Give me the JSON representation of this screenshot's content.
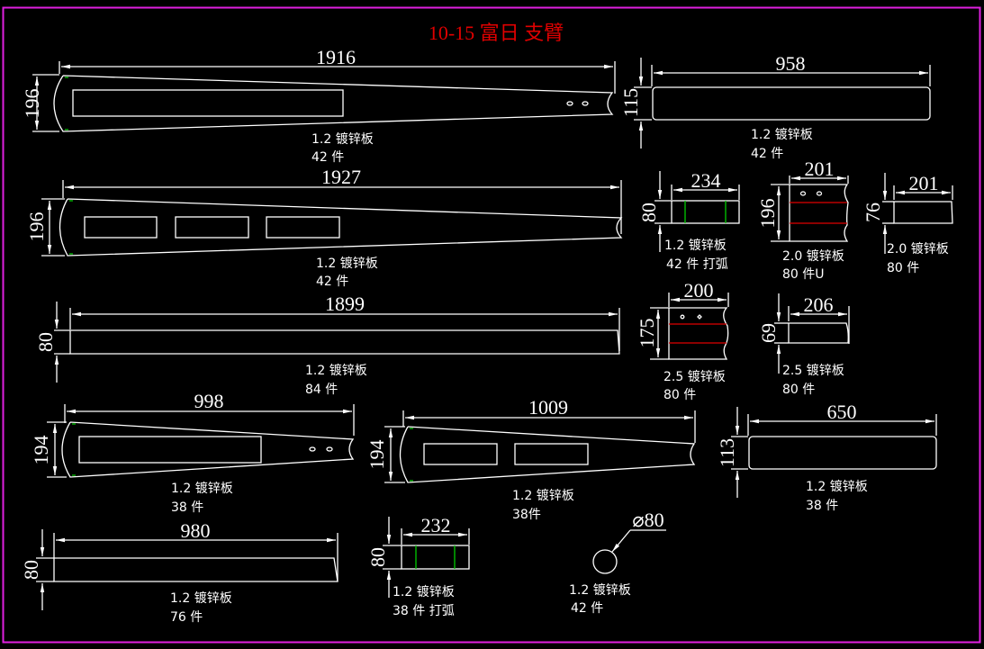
{
  "title": "10-15 富日 支臂",
  "colors": {
    "background": "#000000",
    "frame": "#e020e0",
    "line": "#ffffff",
    "title": "#e00000",
    "bend_line_red": "#e00000",
    "bend_line_green": "#00cc00"
  },
  "parts": [
    {
      "id": "p1",
      "shape": "tapered-arm-one-window",
      "length": "1916",
      "height": "196",
      "material": "1.2 镀锌板",
      "qty": "42 件"
    },
    {
      "id": "p2",
      "shape": "rect-rounded",
      "length": "958",
      "height": "115",
      "material": "1.2 镀锌板",
      "qty": "42 件"
    },
    {
      "id": "p3",
      "shape": "tapered-arm-three-windows",
      "length": "1927",
      "height": "196",
      "material": "1.2 镀锌板",
      "qty": "42 件"
    },
    {
      "id": "p4",
      "shape": "rect-green-bends",
      "length": "234",
      "height": "80",
      "material": "1.2 镀锌板",
      "qty": "42 件 打弧"
    },
    {
      "id": "p5",
      "shape": "u-channel-red-bends",
      "length": "201",
      "height": "196",
      "material": "2.0 镀锌板",
      "qty": "80 件U"
    },
    {
      "id": "p6",
      "shape": "rect-small",
      "length": "201",
      "height": "76",
      "material": "2.0 镀锌板",
      "qty": "80 件"
    },
    {
      "id": "p7",
      "shape": "rect-strip",
      "length": "1899",
      "height": "80",
      "material": "1.2 镀锌板",
      "qty": "84 件"
    },
    {
      "id": "p8",
      "shape": "u-channel-red-bends",
      "length": "200",
      "height": "175",
      "material": "2.5 镀锌板",
      "qty": "80 件"
    },
    {
      "id": "p9",
      "shape": "rect-small",
      "length": "206",
      "height": "69",
      "material": "2.5 镀锌板",
      "qty": "80 件"
    },
    {
      "id": "p10",
      "shape": "tapered-arm-one-window",
      "length": "998",
      "height": "194",
      "material": "1.2 镀锌板",
      "qty": "38 件"
    },
    {
      "id": "p11",
      "shape": "tapered-arm-two-windows",
      "length": "1009",
      "height": "194",
      "material": "1.2 镀锌板",
      "qty": "38件"
    },
    {
      "id": "p12",
      "shape": "rect-rounded",
      "length": "650",
      "height": "113",
      "material": "1.2 镀锌板",
      "qty": "38 件"
    },
    {
      "id": "p13",
      "shape": "rect-strip",
      "length": "980",
      "height": "80",
      "material": "1.2 镀锌板",
      "qty": "76 件"
    },
    {
      "id": "p14",
      "shape": "rect-green-bends",
      "length": "232",
      "height": "80",
      "material": "1.2 镀锌板",
      "qty": "38 件 打弧"
    },
    {
      "id": "p15",
      "shape": "circle",
      "diameter": "⌀80",
      "material": "1.2 镀锌板",
      "qty": "42 件"
    }
  ]
}
